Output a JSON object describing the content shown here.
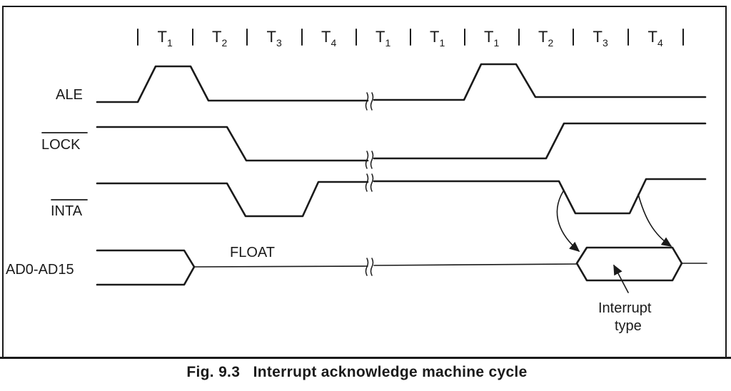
{
  "timing_labels": [
    {
      "main": "T",
      "sub": "1"
    },
    {
      "main": "T",
      "sub": "2"
    },
    {
      "main": "T",
      "sub": "3"
    },
    {
      "main": "T",
      "sub": "4"
    },
    {
      "main": "T",
      "sub": "1"
    },
    {
      "main": "T",
      "sub": "1"
    },
    {
      "main": "T",
      "sub": "1"
    },
    {
      "main": "T",
      "sub": "2"
    },
    {
      "main": "T",
      "sub": "3"
    },
    {
      "main": "T",
      "sub": "4"
    }
  ],
  "signals": {
    "ale": "ALE",
    "lock": "LOCK",
    "inta": "INTA",
    "bus": "AD0-AD15"
  },
  "annotations": {
    "float": "FLOAT",
    "interrupt_line1": "Interrupt",
    "interrupt_line2": "type"
  },
  "caption": {
    "fig": "Fig. 9.3",
    "text": "Interrupt acknowledge machine cycle"
  },
  "colors": {
    "ink": "#1a1a1a"
  }
}
